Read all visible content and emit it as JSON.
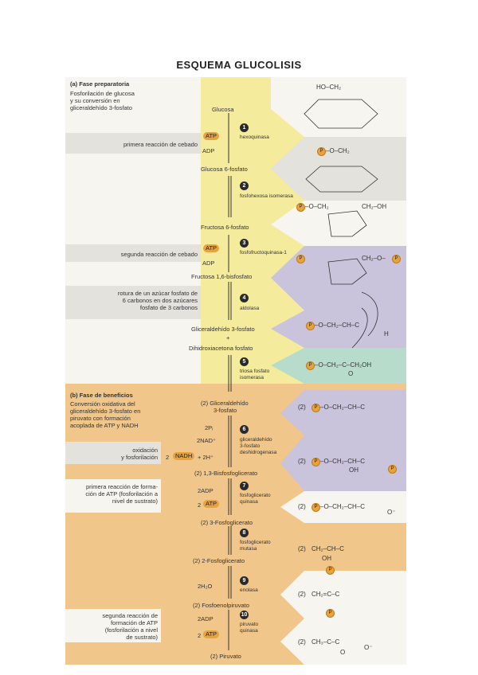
{
  "doc_title": "ESQUEMA GLUCOLISIS",
  "phase_a": {
    "heading": "(a) Fase preparatoria",
    "desc": [
      "Fosforilación de glucosa",
      "y su conversión en",
      "gliceraldehído 3-fosfato"
    ],
    "note1": "primera reacción de cebado",
    "note2": "segunda reacción de cebado",
    "note3": [
      "rotura de un azúcar fosfato de",
      "6 carbonos en dos azúcares",
      "fosfato de 3 carbonos"
    ]
  },
  "phase_b": {
    "heading": "(b) Fase de beneficios",
    "desc": [
      "Conversión oxidativa del",
      "gliceraldehído 3-fosfato en",
      "piruvato con formación",
      "acoplada de ATP y NADH"
    ],
    "note1": [
      "oxidación",
      "y fosforilación"
    ],
    "note2": [
      "primera reacción de forma-",
      "ción de ATP (fosforilación a",
      "nivel de sustrato)"
    ],
    "note3": [
      "segunda reacción de",
      "formación de ATP",
      "(fosforilación a nivel",
      "de sustrato)"
    ]
  },
  "metabolites": {
    "m1": "Glucosa",
    "m2": "Glucosa 6-fosfato",
    "m3": "Fructosa 6-fosfato",
    "m4": "Fructosa 1,6-bisfosfato",
    "m5": "Gliceraldehído 3-fosfato",
    "plus": "+",
    "m6": "Dihidroxiacetona fosfato",
    "m7a": "(2) Gliceraldehído",
    "m7b": "3-fosfato",
    "m8": "(2) 1,3-Bisfosfoglicerato",
    "m9": "(2) 3-Fosfoglicerato",
    "m10": "(2) 2-Fosfoglicerato",
    "m11": "(2) Fosfoenolpiruvato",
    "m12": "(2) Piruvato"
  },
  "enzymes": {
    "e1": "hexoquinasa",
    "e2": "fosfohexosa isomerasa",
    "e3": "fosfofructoquinasa-1",
    "e4": "aldolasa",
    "e5": [
      "triosa fosfato",
      "isomerasa"
    ],
    "e6": [
      "gliceraldehído",
      "3-fosfato",
      "deshidrogenasa"
    ],
    "e7": [
      "fosfoglicerato",
      "quinasa"
    ],
    "e8": [
      "fosfoglicerato",
      "mutasa"
    ],
    "e9": "enolasa",
    "e10": [
      "piruvato",
      "quinasa"
    ]
  },
  "steps": [
    "1",
    "2",
    "3",
    "4",
    "5",
    "6",
    "7",
    "8",
    "9",
    "10"
  ],
  "cofactors": {
    "atp": "ATP",
    "adp": "ADP",
    "pi": "2Pᵢ",
    "nad": "2NAD⁺",
    "nadh_pre": "2",
    "nadh": "NADH",
    "nadh_post": "+ 2H⁺",
    "adp2": "2ADP",
    "atp2_pre": "2",
    "h2o": "2H₂O"
  },
  "struct_text": {
    "ho_ch2": "HO–CH₂",
    "p_o_ch2": "–O–CH₂",
    "p_o_ch2_b": "–O–CH₂",
    "ch2_oh": "CH₂–OH",
    "ch2_o_p": "CH₂–O–",
    "g3p": "–O–CH₂–CH–C",
    "dhap": "–O–CH₂–C–CH₂OH",
    "two": "(2)",
    "r7": "–O–CH₂–CH–C",
    "r8": "–O–CH₂–CH–C",
    "r9": "–O–CH₂–CH–C",
    "r10": "CH₂–CH–C",
    "r11": "CH₂=C–C",
    "r12": "CH₃–C–C",
    "oh": "OH",
    "h": "H",
    "o": "O",
    "ominus": "O⁻",
    "p": "P"
  },
  "colors": {
    "yellow": "#f4eb9c",
    "yellow_dark": "#e9dd7a",
    "orange": "#f0c68a",
    "lavender": "#c9c3dc",
    "teal": "#b8dccb",
    "gray": "#e4e2dd",
    "white_panel": "#f6f5f0",
    "atp_orange": "#e8a33d"
  }
}
